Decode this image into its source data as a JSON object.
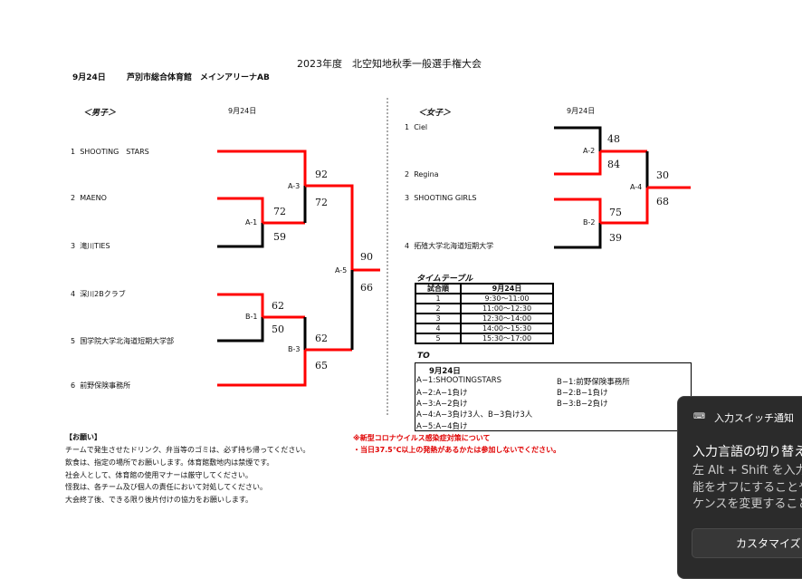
{
  "title": "2023年度　北空知地秋季一般選手権大会",
  "subtitle_date": "9月24日",
  "venue": "芦別市総合体育館　メインアリーナAB",
  "men": {
    "heading": "＜男子＞",
    "date": "9月24日",
    "teams": [
      {
        "no": "1",
        "name": "SHOOTING　STARS"
      },
      {
        "no": "2",
        "name": "MAENO"
      },
      {
        "no": "3",
        "name": "滝川TIES"
      },
      {
        "no": "4",
        "name": "深川2Bクラブ"
      },
      {
        "no": "5",
        "name": "国学院大学北海道短期大学部"
      },
      {
        "no": "6",
        "name": "前野保険事務所"
      }
    ],
    "games": [
      {
        "id": "A-1",
        "top": "72",
        "bottom": "59"
      },
      {
        "id": "A-3",
        "top": "92",
        "bottom": "72"
      },
      {
        "id": "A-5",
        "top": "90",
        "bottom": "66"
      },
      {
        "id": "B-1",
        "top": "62",
        "bottom": "50"
      },
      {
        "id": "B-3",
        "top": "62",
        "bottom": "65"
      }
    ]
  },
  "women": {
    "heading": "＜女子＞",
    "date": "9月24日",
    "teams": [
      {
        "no": "1",
        "name": "Ciel"
      },
      {
        "no": "2",
        "name": "Regina"
      },
      {
        "no": "3",
        "name": "SHOOTING GIRLS"
      },
      {
        "no": "4",
        "name": "拓殖大学北海道短期大学"
      }
    ],
    "games": [
      {
        "id": "A-2",
        "top": "48",
        "bottom": "84"
      },
      {
        "id": "A-4",
        "top": "30",
        "bottom": "68"
      },
      {
        "id": "B-2",
        "top": "75",
        "bottom": "39"
      }
    ]
  },
  "timetable": {
    "heading": "タイムテーブル",
    "col1": "試合順",
    "col2": "9月24日",
    "rows": [
      {
        "n": "1",
        "t": "9:30〜11:00"
      },
      {
        "n": "2",
        "t": "11:00〜12:30"
      },
      {
        "n": "3",
        "t": "12:30〜14:00"
      },
      {
        "n": "4",
        "t": "14:00〜15:30"
      },
      {
        "n": "5",
        "t": "15:30〜17:00"
      }
    ]
  },
  "to": {
    "heading": "TO",
    "date": "9月24日",
    "left": [
      "A−1:SHOOTINGSTARS",
      "A−2:A−1負け",
      "A−3:A−2負け",
      "A−4:A−3負け3人、B−3負け3人",
      "A−5:A−4負け"
    ],
    "right": [
      "B−1:前野保険事務所",
      "B−2:B−1負け",
      "B−3:B−2負け"
    ]
  },
  "notice": {
    "heading": "【お願い】",
    "lines": [
      "チームで発生させたドリンク、弁当等のゴミは、必ず持ち帰ってください。",
      "飲食は、指定の場所でお願いします。体育館敷地内は禁煙です。",
      "社会人として、体育館の使用マナーは厳守してください。",
      "怪我は、各チーム及び個人の責任において対処してください。",
      "大会終了後、できる限り後片付けの協力をお願いします。"
    ]
  },
  "covid": {
    "heading": "※新型コロナウイルス感染症対策について",
    "line": "・当日37.5℃以上の発熱があるかたは参加しないでください。"
  },
  "toast": {
    "app": "入力スイッチ通知",
    "title": "入力言語の切り替え",
    "body": [
      "左 Alt + Shift を入力",
      "能をオフにすることや、[",
      "ケンスを変更することも"
    ],
    "button": "カスタマイズ"
  },
  "colors": {
    "winner": "#ff0000",
    "loser": "#000000"
  }
}
